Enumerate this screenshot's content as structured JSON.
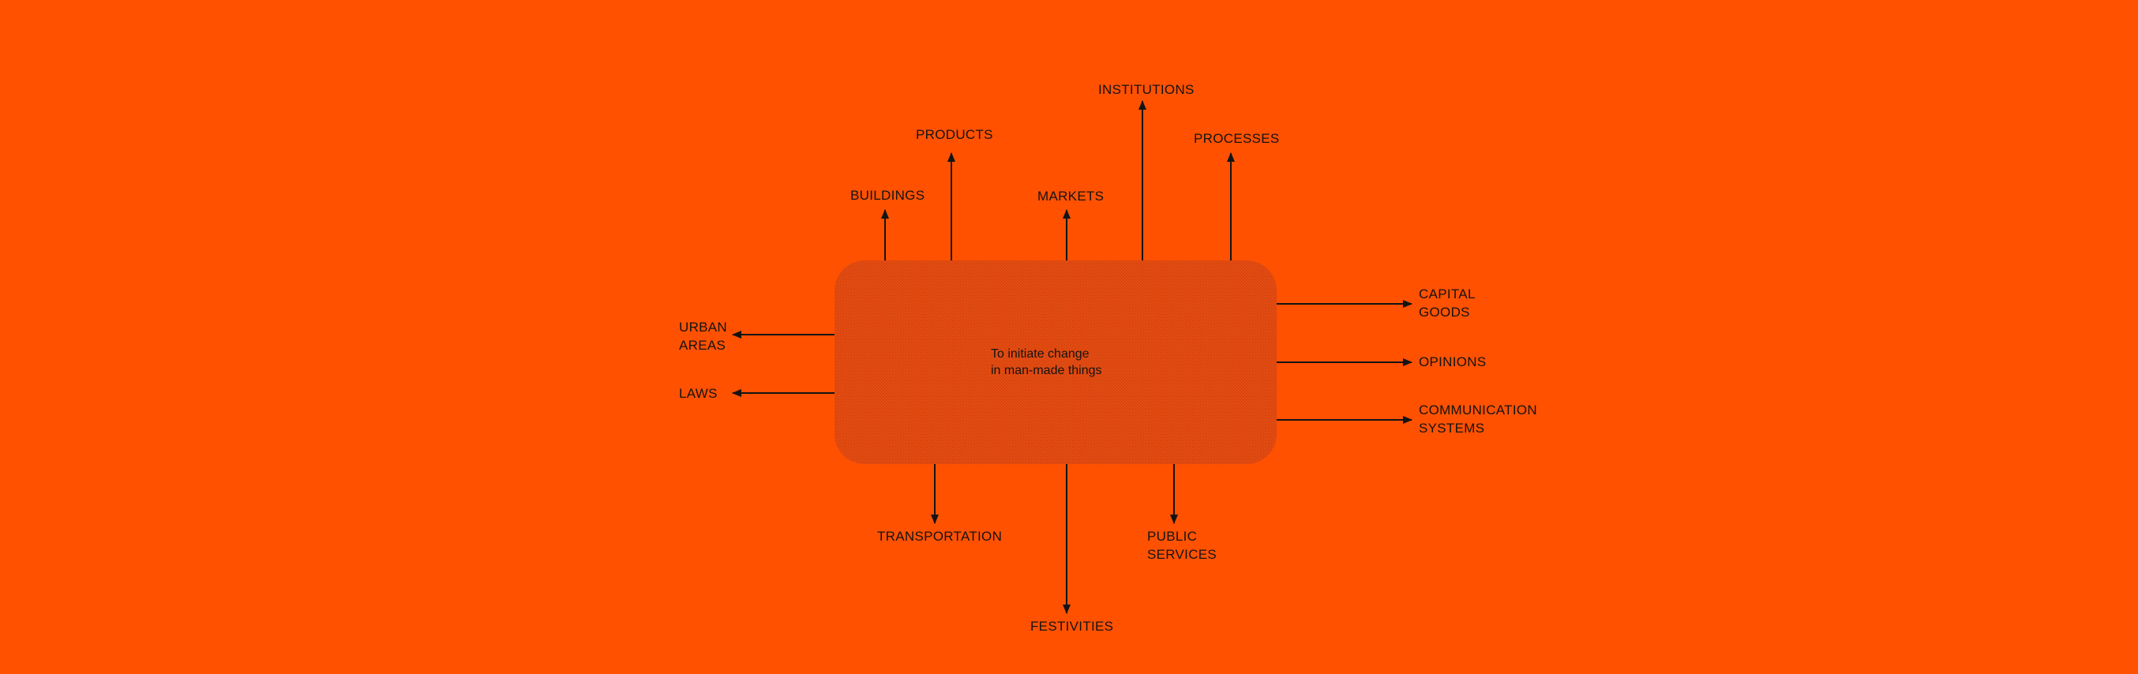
{
  "diagram": {
    "center": {
      "line1": "To initiate change",
      "line2": "in man-made things"
    },
    "labels": {
      "institutions": "INSTITUTIONS",
      "products": "PRODUCTS",
      "processes": "PROCESSES",
      "buildings": "BUILDINGS",
      "markets": "MARKETS",
      "urban_areas": {
        "line1": "URBAN",
        "line2": "AREAS"
      },
      "laws": "LAWS",
      "capital_goods": {
        "line1": "CAPITAL",
        "line2": "GOODS"
      },
      "opinions": "OPINIONS",
      "communication_systems": {
        "line1": "COMMUNICATION",
        "line2": "SYSTEMS"
      },
      "transportation": "TRANSPORTATION",
      "festivities": "FESTIVITIES",
      "public_services": {
        "line1": "PUBLIC",
        "line2": "SERVICES"
      }
    },
    "colors": {
      "background": "#ff5100",
      "box": "#e04a10",
      "ink": "#141414"
    }
  }
}
